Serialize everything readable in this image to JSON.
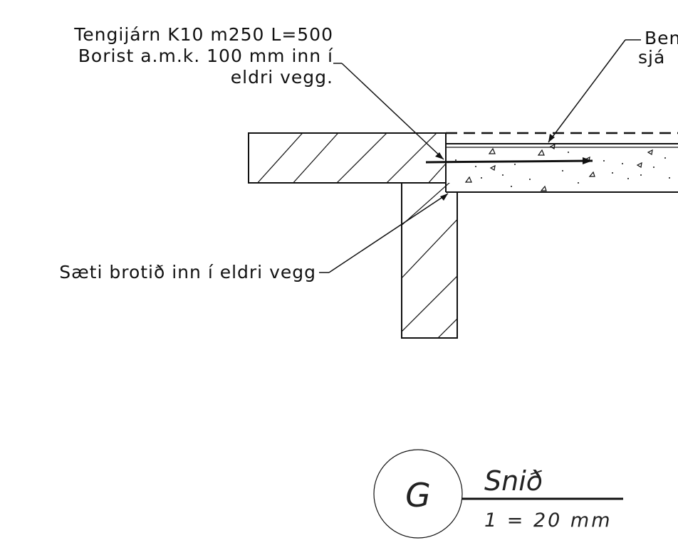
{
  "annotations": {
    "dowel_line1": "Tengijárn K10 m250 L=500",
    "dowel_line2": "Borist a.m.k. 100 mm inn í",
    "dowel_line3": "eldri vegg.",
    "rebar_line1": "Ben",
    "rebar_line2": "sjá",
    "seat_note": "Sæti brotið inn í eldri vegg"
  },
  "title_block": {
    "section_letter": "G",
    "title": "Snið",
    "scale": "1 = 20 mm"
  }
}
